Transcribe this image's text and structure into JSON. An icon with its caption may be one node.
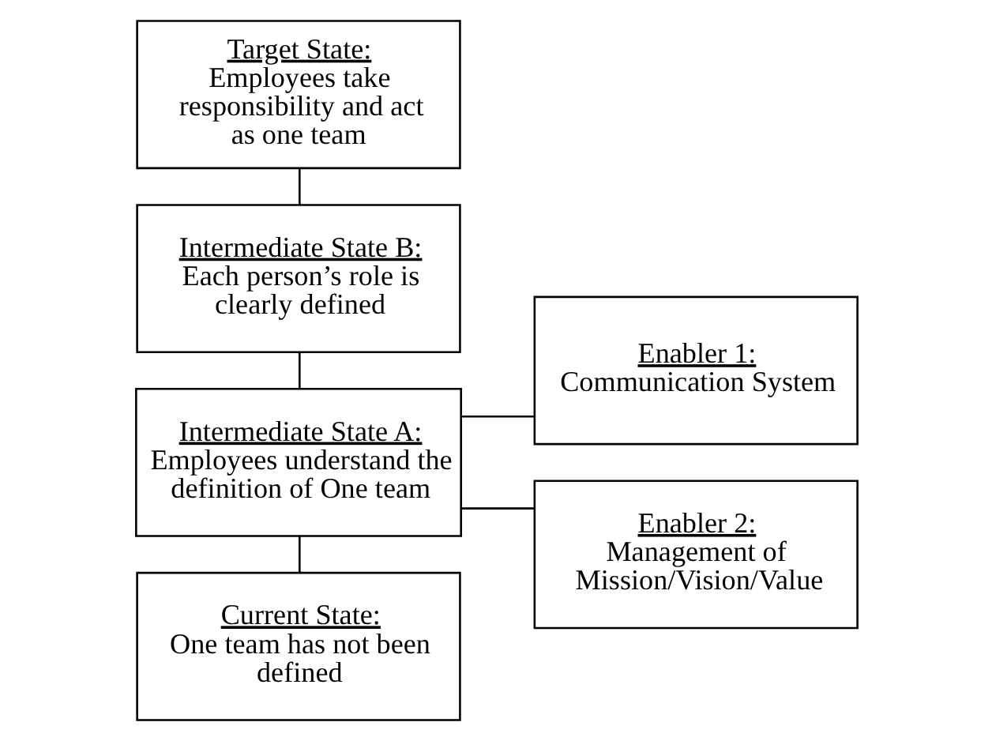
{
  "diagram": {
    "nodes": [
      {
        "text": [
          "Target State:",
          "Employees take responsibility and act as one team"
        ]
      },
      {
        "text": [
          "Intermediate State B:",
          "Each person’s role is clearly defined"
        ]
      },
      {
        "text": [
          "Intermediate State A:",
          "Employees understand the definition of One team"
        ]
      },
      {
        "text": [
          "Current State:",
          "One team has not been defined"
        ]
      },
      {
        "text": [
          "Enabler 1:",
          "Communication System"
        ]
      },
      {
        "text": [
          "Enabler 2:",
          "Management of Mission/Vision/Value"
        ]
      }
    ],
    "edges": [
      {
        "from": 0,
        "to": 1,
        "arrow": "none"
      },
      {
        "from": 1,
        "to": 2,
        "arrow": "none"
      },
      {
        "from": 2,
        "to": 3,
        "arrow": "none"
      },
      {
        "from": 2,
        "to": 4,
        "arrow": "none"
      },
      {
        "from": 2,
        "to": 5,
        "arrow": "none"
      }
    ]
  }
}
